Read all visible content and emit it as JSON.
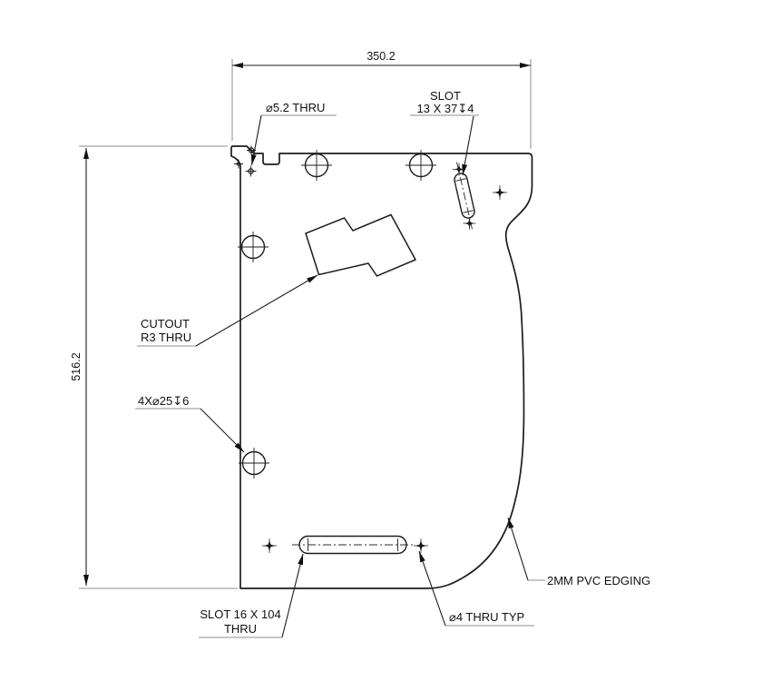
{
  "drawing": {
    "dimensions": {
      "width_label": "350.2",
      "height_label": "516.2"
    },
    "callouts": {
      "hole_52": "⌀5.2 THRU",
      "slot_top_line1": "SLOT",
      "slot_top_line2": "13 X 37↧4",
      "cutout_line1": "CUTOUT",
      "cutout_line2": "R3 THRU",
      "holes_25": "4X⌀25↧6",
      "slot_bottom_line1": "SLOT 16 X 104",
      "slot_bottom_line2": "THRU",
      "hole_4": "⌀4 THRU TYP",
      "edging": "2MM PVC EDGING"
    },
    "line_color": "#1c1c1c",
    "extension_line_color": "#8c8c8c",
    "background_color": "#ffffff"
  }
}
